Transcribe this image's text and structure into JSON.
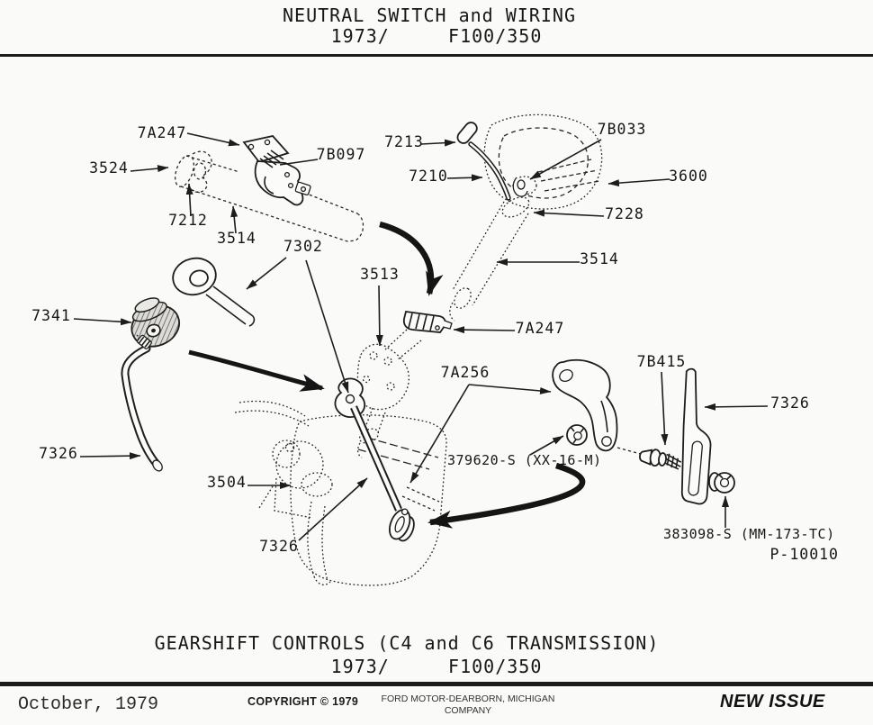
{
  "page": {
    "paper_color": "#fafaf8",
    "ink_color": "#1d1d1d"
  },
  "header": {
    "title_line1": "NEUTRAL SWITCH and WIRING",
    "title_line2": "1973/     F100/350"
  },
  "diagram": {
    "figure_number": "P-10010",
    "labels": [
      {
        "id": "7a247-top",
        "text": "7A247"
      },
      {
        "id": "3524",
        "text": "3524"
      },
      {
        "id": "7b097",
        "text": "7B097"
      },
      {
        "id": "7212",
        "text": "7212"
      },
      {
        "id": "3514-left",
        "text": "3514"
      },
      {
        "id": "7302",
        "text": "7302"
      },
      {
        "id": "7213",
        "text": "7213"
      },
      {
        "id": "7210",
        "text": "7210"
      },
      {
        "id": "7b033",
        "text": "7B033"
      },
      {
        "id": "3600",
        "text": "3600"
      },
      {
        "id": "7228",
        "text": "7228"
      },
      {
        "id": "3514-right",
        "text": "3514"
      },
      {
        "id": "3513",
        "text": "3513"
      },
      {
        "id": "7a247-mid",
        "text": "7A247"
      },
      {
        "id": "7341",
        "text": "7341"
      },
      {
        "id": "7a256",
        "text": "7A256"
      },
      {
        "id": "7b415",
        "text": "7B415"
      },
      {
        "id": "7326-right",
        "text": "7326"
      },
      {
        "id": "7326-left",
        "text": "7326"
      },
      {
        "id": "3504",
        "text": "3504"
      },
      {
        "id": "379620",
        "text": "379620-S (XX-16-M)"
      },
      {
        "id": "7326-bottom",
        "text": "7326"
      },
      {
        "id": "383098",
        "text": "383098-S (MM-173-TC)"
      }
    ]
  },
  "caption": {
    "title_line1": "GEARSHIFT CONTROLS (C4 and C6 TRANSMISSION)",
    "title_line2": "1973/     F100/350"
  },
  "footer": {
    "date": "October, 1979",
    "copyright": "COPYRIGHT © 1979",
    "company_line1": "FORD MOTOR-DEARBORN, MICHIGAN",
    "company_line2": "COMPANY",
    "issue": "NEW ISSUE"
  }
}
